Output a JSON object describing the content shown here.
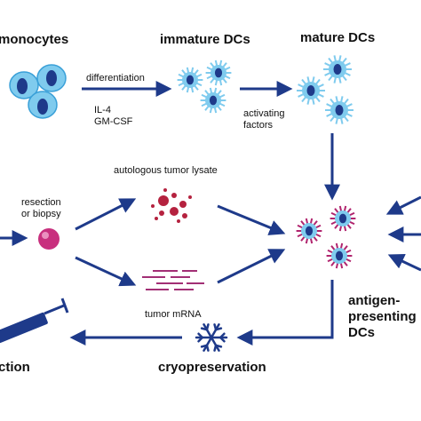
{
  "stages": {
    "monocytes": "monocytes",
    "immature_dcs": "immature DCs",
    "mature_dcs": "mature DCs",
    "antigen_presenting_dcs": "antigen-\npresenting\nDCs",
    "cryopreservation": "cryopreservation",
    "injection": "ction"
  },
  "labels": {
    "differentiation": "differentiation",
    "cytokines": "IL-4\nGM-CSF",
    "activating_factors": "activating\nfactors",
    "resection": "resection\nor biopsy",
    "autologous_tumor_lysate": "autologous tumor lysate",
    "tumor_mrna": "tumor mRNA"
  },
  "colors": {
    "arrow": "#1e3a8a",
    "cell_light": "#7fcbee",
    "nucleus": "#1e3a8a",
    "lysate": "#b5223f",
    "mrna": "#a22f75",
    "antigen_spikes": "#b0246e"
  }
}
